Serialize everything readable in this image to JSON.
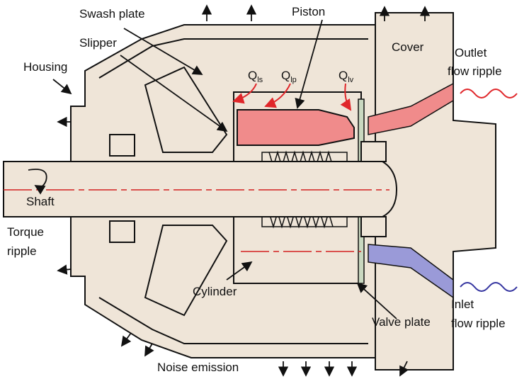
{
  "labels": {
    "swash_plate": "Swash plate",
    "piston": "Piston",
    "slipper": "Slipper",
    "housing": "Housing",
    "cover": "Cover",
    "outlet_line1": "Outlet",
    "outlet_line2": "flow ripple",
    "shaft": "Shaft",
    "torque_line1": "Torque",
    "torque_line2": "ripple",
    "cylinder": "Cylinder",
    "valve_plate": "Valve plate",
    "inlet_line1": "Inlet",
    "inlet_line2": "flow ripple",
    "noise_emission": "Noise emission"
  },
  "leakages": [
    {
      "symbol": "Q",
      "sub": "ls"
    },
    {
      "symbol": "Q",
      "sub": "lp"
    },
    {
      "symbol": "Q",
      "sub": "lv"
    }
  ],
  "colors": {
    "body": "#efe5d8",
    "outlet_flow": "#f08b8b",
    "inlet_flow": "#9a9ad8",
    "leak_arrows": "#e0262a",
    "centerline": "#d42020"
  }
}
